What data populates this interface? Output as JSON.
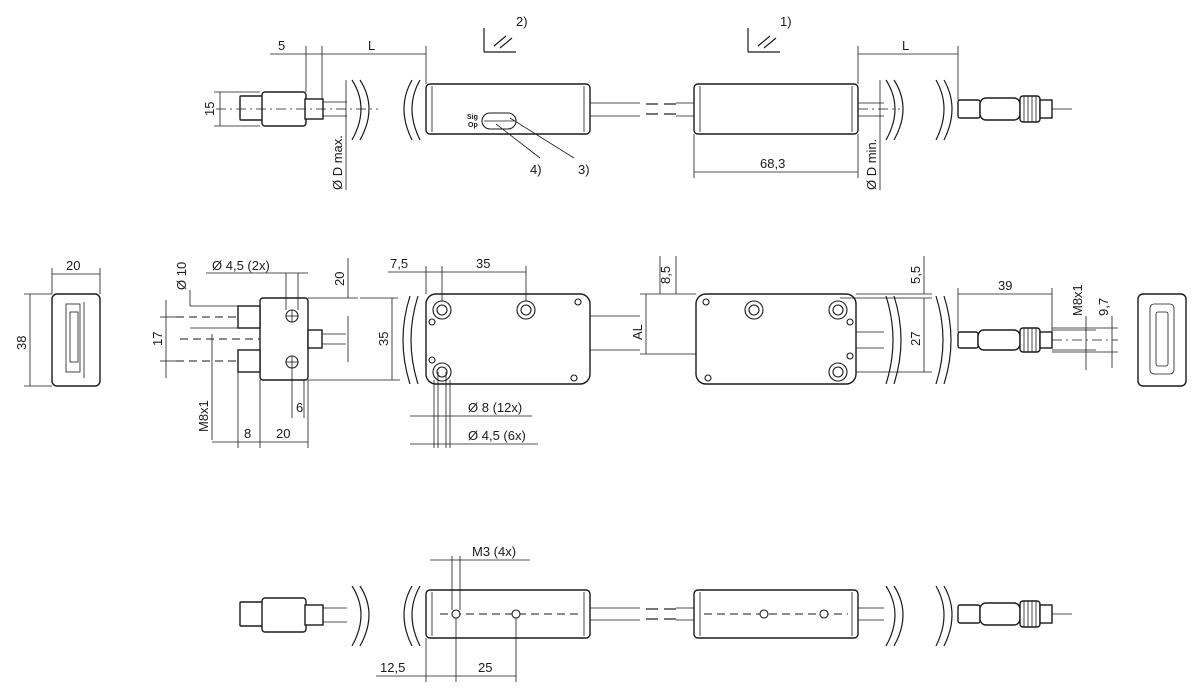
{
  "top_view": {
    "dim_5": "5",
    "dim_L_left": "L",
    "dim_L_right": "L",
    "dim_15": "15",
    "dim_D_max": "Ø D max.",
    "dim_D_min": "Ø D min.",
    "dim_68_3": "68,3",
    "callout_1": "1)",
    "callout_2": "2)",
    "callout_3": "3)",
    "callout_4": "4)",
    "led_label_1": "Sig",
    "led_label_2": "Op"
  },
  "middle_view": {
    "dim_20_side": "20",
    "dim_38": "38",
    "dim_d10": "Ø 10",
    "dim_d4_5_2x": "Ø 4,5 (2x)",
    "dim_20_top": "20",
    "dim_17": "17",
    "dim_35_left": "35",
    "dim_m8x1_left": "M8x1",
    "dim_6": "6",
    "dim_8": "8",
    "dim_20_bottom": "20",
    "dim_7_5": "7,5",
    "dim_35_top": "35",
    "dim_d8_12x": "Ø 8 (12x)",
    "dim_d4_5_6x": "Ø 4,5 (6x)",
    "dim_8_5": "8,5",
    "dim_AL": "AL",
    "dim_5_5": "5,5",
    "dim_27": "27",
    "dim_39": "39",
    "dim_m8x1_right": "M8x1",
    "dim_9_7": "9,7"
  },
  "bottom_view": {
    "dim_m3_4x": "M3 (4x)",
    "dim_12_5": "12,5",
    "dim_25": "25"
  },
  "icons": [
    "beam-arrows-icon-emitter",
    "beam-arrows-icon-receiver",
    "m8-connector-icon",
    "mounting-hole-icon"
  ]
}
